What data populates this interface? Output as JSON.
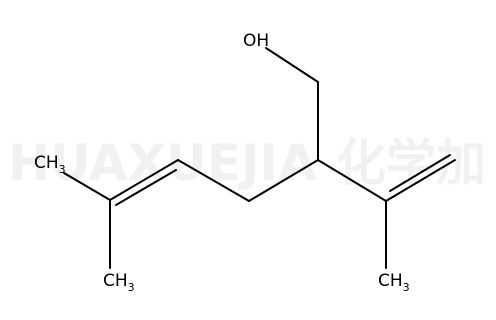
{
  "watermark": {
    "text": "HUAXUEJIA",
    "cjk": "化学加"
  },
  "molecule": {
    "atoms": {
      "hydroxyl": "OH",
      "methyl_top_left": {
        "main": "CH",
        "sub": "3"
      },
      "methyl_bottom_left": {
        "main": "CH",
        "sub": "3"
      },
      "methyl_bottom_right": {
        "main": "CH",
        "sub": "3"
      }
    },
    "colors": {
      "bond": "#000000",
      "label": "#000000",
      "background": "#ffffff"
    }
  }
}
